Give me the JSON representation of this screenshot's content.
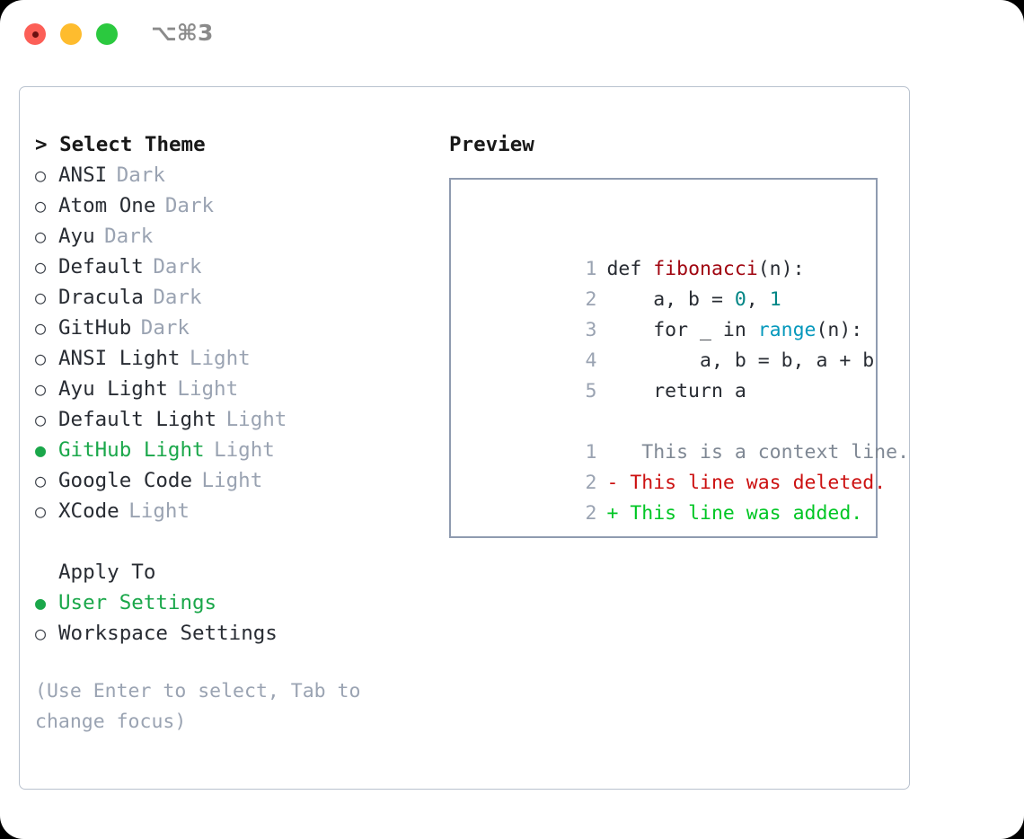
{
  "window": {
    "title": "⌥⌘3",
    "traffic_lights": [
      {
        "name": "close",
        "color": "#fc5f57"
      },
      {
        "name": "minimize",
        "color": "#febc2e"
      },
      {
        "name": "maximize",
        "color": "#2bc93f"
      }
    ]
  },
  "theme_picker": {
    "header": "> Select Theme",
    "bullet_unselected": "○",
    "bullet_selected": "●",
    "accent_color": "#1aa74a",
    "items": [
      {
        "name": "ANSI",
        "tag": "Dark",
        "selected": false
      },
      {
        "name": "Atom One",
        "tag": "Dark",
        "selected": false
      },
      {
        "name": "Ayu",
        "tag": "Dark",
        "selected": false
      },
      {
        "name": "Default",
        "tag": "Dark",
        "selected": false
      },
      {
        "name": "Dracula",
        "tag": "Dark",
        "selected": false
      },
      {
        "name": "GitHub",
        "tag": "Dark",
        "selected": false
      },
      {
        "name": "ANSI Light",
        "tag": "Light",
        "selected": false
      },
      {
        "name": "Ayu Light",
        "tag": "Light",
        "selected": false
      },
      {
        "name": "Default Light",
        "tag": "Light",
        "selected": false
      },
      {
        "name": "GitHub Light",
        "tag": "Light",
        "selected": true
      },
      {
        "name": "Google Code",
        "tag": "Light",
        "selected": false
      },
      {
        "name": "XCode",
        "tag": "Light",
        "selected": false
      }
    ]
  },
  "apply_to": {
    "header": "Apply To",
    "items": [
      {
        "name": "User Settings",
        "selected": true
      },
      {
        "name": "Workspace Settings",
        "selected": false
      }
    ]
  },
  "hint": "(Use Enter to select, Tab to change focus)",
  "preview": {
    "header": "Preview",
    "code_lines": [
      {
        "number": "1",
        "segments": [
          {
            "text": "def ",
            "token": "plain"
          },
          {
            "text": "fibonacci",
            "token": "function"
          },
          {
            "text": "(n):",
            "token": "plain"
          }
        ]
      },
      {
        "number": "2",
        "segments": [
          {
            "text": "    a, b = ",
            "token": "plain"
          },
          {
            "text": "0",
            "token": "number"
          },
          {
            "text": ", ",
            "token": "plain"
          },
          {
            "text": "1",
            "token": "number"
          }
        ]
      },
      {
        "number": "3",
        "segments": [
          {
            "text": "    for _ in ",
            "token": "plain"
          },
          {
            "text": "range",
            "token": "builtin"
          },
          {
            "text": "(n):",
            "token": "plain"
          }
        ]
      },
      {
        "number": "4",
        "segments": [
          {
            "text": "        a, b = b, a + b",
            "token": "plain"
          }
        ]
      },
      {
        "number": "5",
        "segments": [
          {
            "text": "    return a",
            "token": "plain"
          }
        ]
      }
    ],
    "diff_lines": [
      {
        "number": "1",
        "marker": " ",
        "text": "  This is a context line.",
        "kind": "context"
      },
      {
        "number": "2",
        "marker": "-",
        "text": " This line was deleted.",
        "kind": "deleted"
      },
      {
        "number": "2",
        "marker": "+",
        "text": " This line was added.",
        "kind": "added"
      }
    ],
    "colors": {
      "function": "#a00510",
      "number": "#008585",
      "builtin": "#0598bc",
      "context": "#7f8894",
      "deleted": "#cc1111",
      "added": "#00c624",
      "line_number": "#9aa3b2",
      "box_border": "#8f9bb0"
    }
  }
}
